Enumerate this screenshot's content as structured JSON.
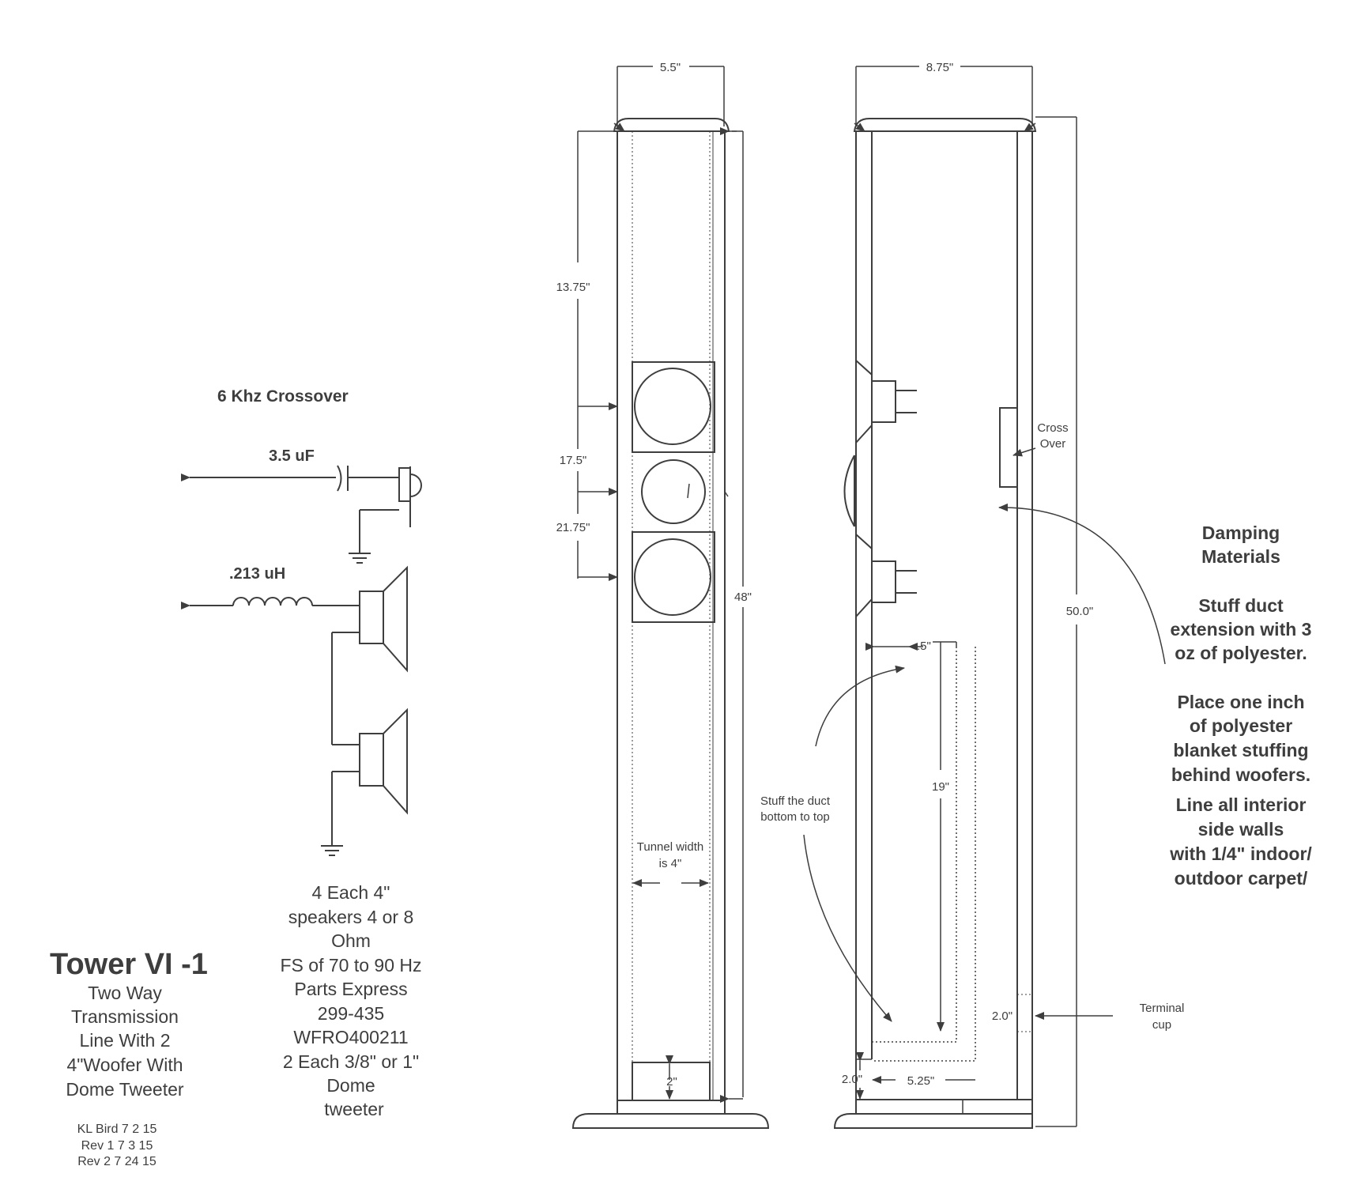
{
  "crossover": {
    "title": "6 Khz Crossover",
    "capacitor": "3.5 uF",
    "inductor": ".213 uH"
  },
  "tower": {
    "title": "Tower VI -1",
    "subtitle": [
      "Two Way",
      "Transmission",
      "Line With 2",
      "4\"Woofer With",
      "Dome Tweeter"
    ],
    "revisions": [
      "KL Bird 7 2 15",
      "Rev 1 7 3 15",
      "Rev 2 7 24 15"
    ]
  },
  "parts": [
    "4 Each 4\"",
    "speakers 4 or 8",
    "Ohm",
    "FS of 70 to 90 Hz",
    "Parts Express",
    "299-435",
    "WFRO400211",
    "2 Each 3/8\" or 1\"",
    "Dome",
    "tweeter"
  ],
  "front_view": {
    "width": "5.5\"",
    "dim_woofer1": "13.75\"",
    "dim_tweeter": "17.5\"",
    "dim_woofer2": "21.75\"",
    "height": "48\"",
    "tunnel_width": [
      "Tunnel width",
      "is 4\""
    ],
    "port": "2\""
  },
  "side_view": {
    "width": "8.75\"",
    "height": "50.0\"",
    "crossover_label": [
      "Cross",
      "Over"
    ],
    "dim_offset": ".5\"",
    "dim_duct": "19\"",
    "dim_terminal": "2.0\"",
    "dim_bottom": "2.0\"",
    "dim_base": "5.25\"",
    "terminal_label": [
      "Terminal",
      "cup"
    ],
    "stuff_note": [
      "Stuff the duct",
      "bottom to top"
    ]
  },
  "damping": {
    "title": [
      "Damping",
      "Materials"
    ],
    "note1": [
      "Stuff duct",
      "extension with 3",
      "oz of polyester."
    ],
    "note2": [
      "Place one inch",
      "of polyester",
      "blanket stuffing",
      "behind woofers."
    ],
    "note3": [
      "Line all interior",
      "side walls",
      "with 1/4\" indoor/",
      "outdoor carpet/"
    ]
  },
  "colors": {
    "ink": "#3e3e3e",
    "paper": "#ffffff"
  }
}
